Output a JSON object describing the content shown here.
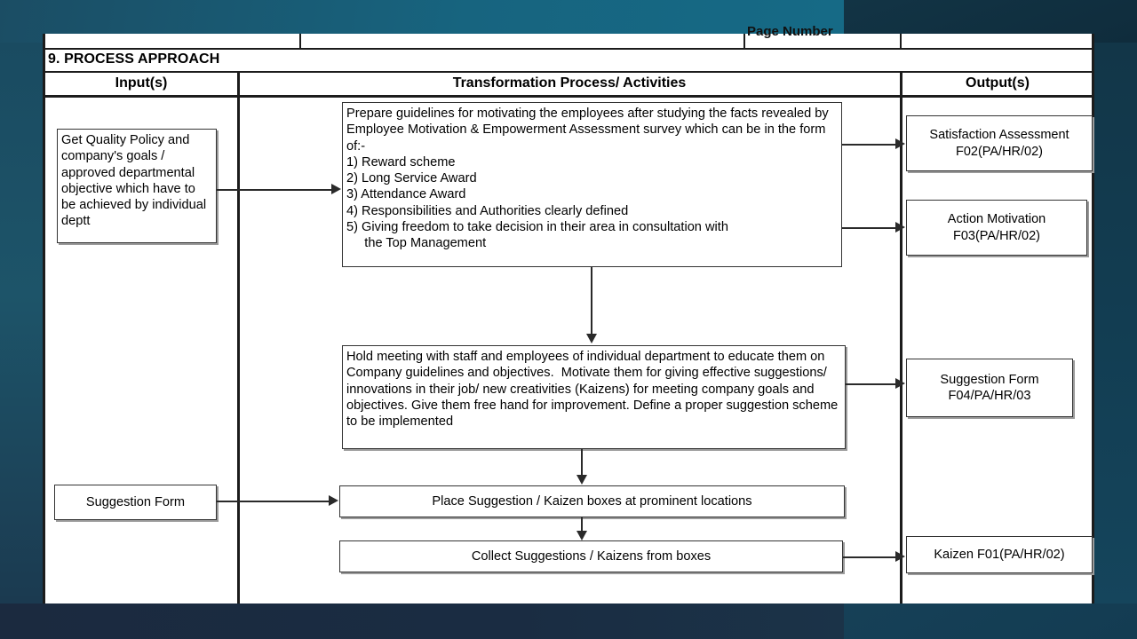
{
  "slide": {
    "background_color": "#14384b",
    "page_background": "#ffffff"
  },
  "header": {
    "page_number_label": "Page Number",
    "section_title": "9. PROCESS APPROACH"
  },
  "columns": {
    "input": "Input(s)",
    "transformation": "Transformation Process/ Activities",
    "output": "Output(s)"
  },
  "inputs": [
    {
      "id": "input-quality-policy",
      "text": "Get Quality Policy and company's goals / approved departmental objective which have to be achieved by individual deptt"
    },
    {
      "id": "input-suggestion-form",
      "text": "Suggestion Form"
    }
  ],
  "process_steps": [
    {
      "id": "process-prepare-guidelines",
      "text": "Prepare guidelines for motivating the employees after studying the facts revealed by Employee Motivation & Empowerment Assessment survey which can be in the form of:-\n1) Reward scheme\n2) Long Service Award\n3) Attendance Award\n4) Responsibilities and Authorities clearly defined\n5) Giving freedom to take decision in their area in consultation with\n     the Top Management"
    },
    {
      "id": "process-hold-meeting",
      "text": "Hold meeting with staff and employees of individual department to educate them on Company guidelines and objectives.  Motivate them for giving effective suggestions/ innovations in their job/ new creativities (Kaizens) for meeting company goals and objectives. Give them free hand for improvement. Define a proper suggestion scheme to be implemented"
    },
    {
      "id": "process-place-boxes",
      "text": "Place Suggestion / Kaizen boxes at prominent locations"
    },
    {
      "id": "process-collect-suggestions",
      "text": "Collect Suggestions / Kaizens from boxes"
    }
  ],
  "outputs": [
    {
      "id": "output-satisfaction-assessment",
      "line1": "Satisfaction Assessment",
      "line2": "F02(PA/HR/02)",
      "text": "Satisfaction Assessment\nF02(PA/HR/02)"
    },
    {
      "id": "output-action-motivation",
      "line1": "Action Motivation",
      "line2": "F03(PA/HR/02)",
      "text": "Action Motivation\nF03(PA/HR/02)"
    },
    {
      "id": "output-suggestion-form",
      "line1": "Suggestion Form",
      "line2": "F04/PA/HR/03",
      "text": "Suggestion Form\nF04/PA/HR/03"
    },
    {
      "id": "output-kaizen",
      "line1": "Kaizen F01(PA/HR/02)",
      "line2": "",
      "text": "Kaizen F01(PA/HR/02)"
    }
  ]
}
